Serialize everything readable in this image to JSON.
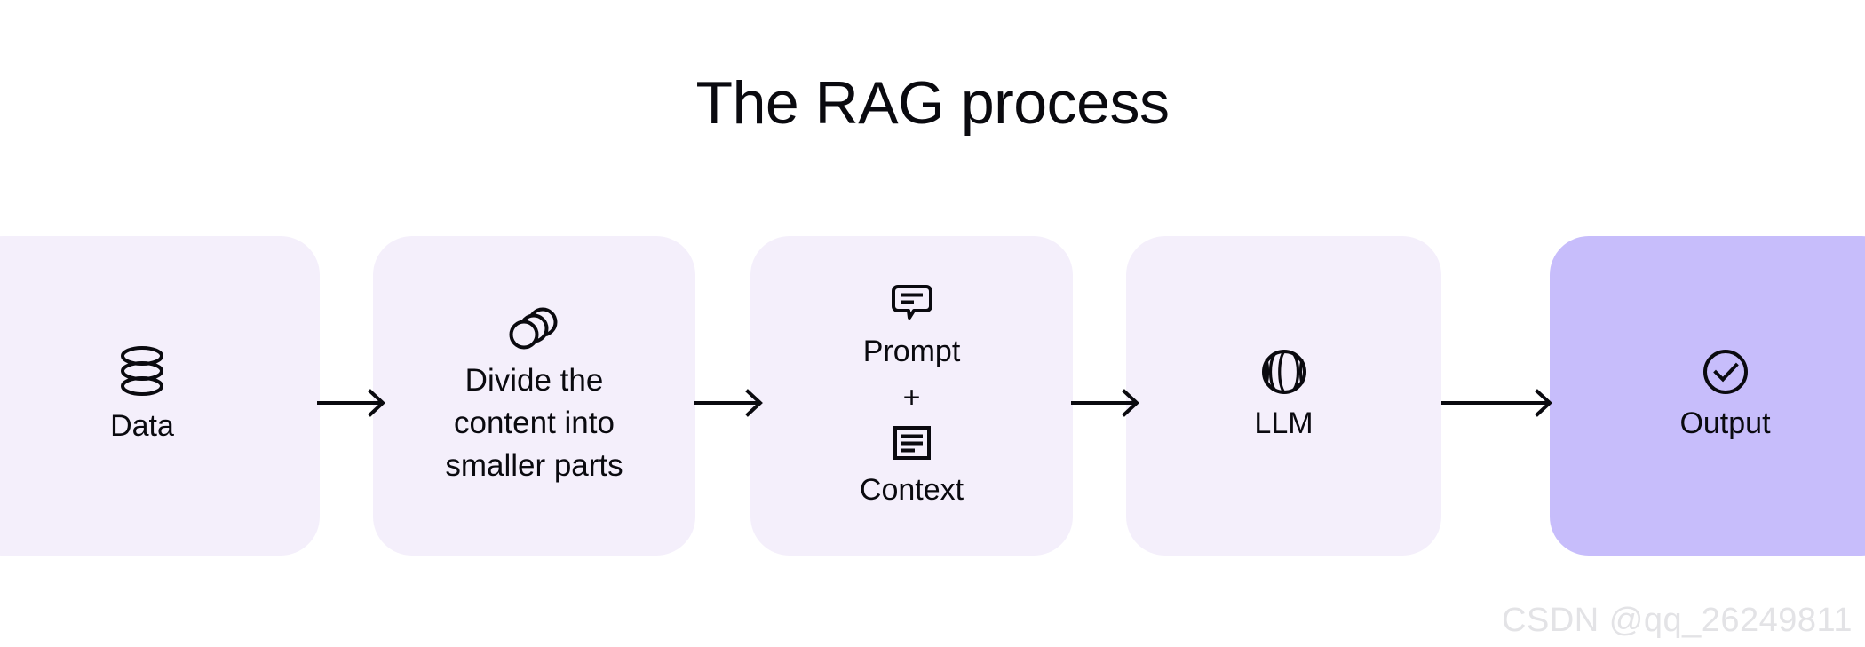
{
  "title": "The RAG process",
  "colors": {
    "background": "#ffffff",
    "card_default": "#f4effb",
    "card_accent": "#c7bdfb",
    "ink": "#0a0a0f",
    "watermark": "#e3e3e6"
  },
  "flow": {
    "steps": [
      {
        "id": "data",
        "icon": "database-stack-icon",
        "label": "Data",
        "highlighted": false
      },
      {
        "id": "chunking",
        "icon": "overlapping-circles-icon",
        "label": "Divide the\ncontent into\nsmaller parts",
        "highlighted": false
      },
      {
        "id": "prompt-context",
        "icon_top": "speech-bubble-icon",
        "label_top": "Prompt",
        "operator": "+",
        "icon_bottom": "document-lines-icon",
        "label_bottom": "Context",
        "highlighted": false
      },
      {
        "id": "llm",
        "icon": "sphere-globe-icon",
        "label": "LLM",
        "highlighted": false
      },
      {
        "id": "output",
        "icon": "check-circle-icon",
        "label": "Output",
        "highlighted": true
      }
    ],
    "connectors": [
      {
        "id": "arrow-1",
        "icon": "arrow-right-icon"
      },
      {
        "id": "arrow-2",
        "icon": "arrow-right-icon"
      },
      {
        "id": "arrow-3",
        "icon": "arrow-right-icon"
      },
      {
        "id": "arrow-4",
        "icon": "arrow-right-icon"
      }
    ]
  },
  "watermark": "CSDN @qq_26249811"
}
